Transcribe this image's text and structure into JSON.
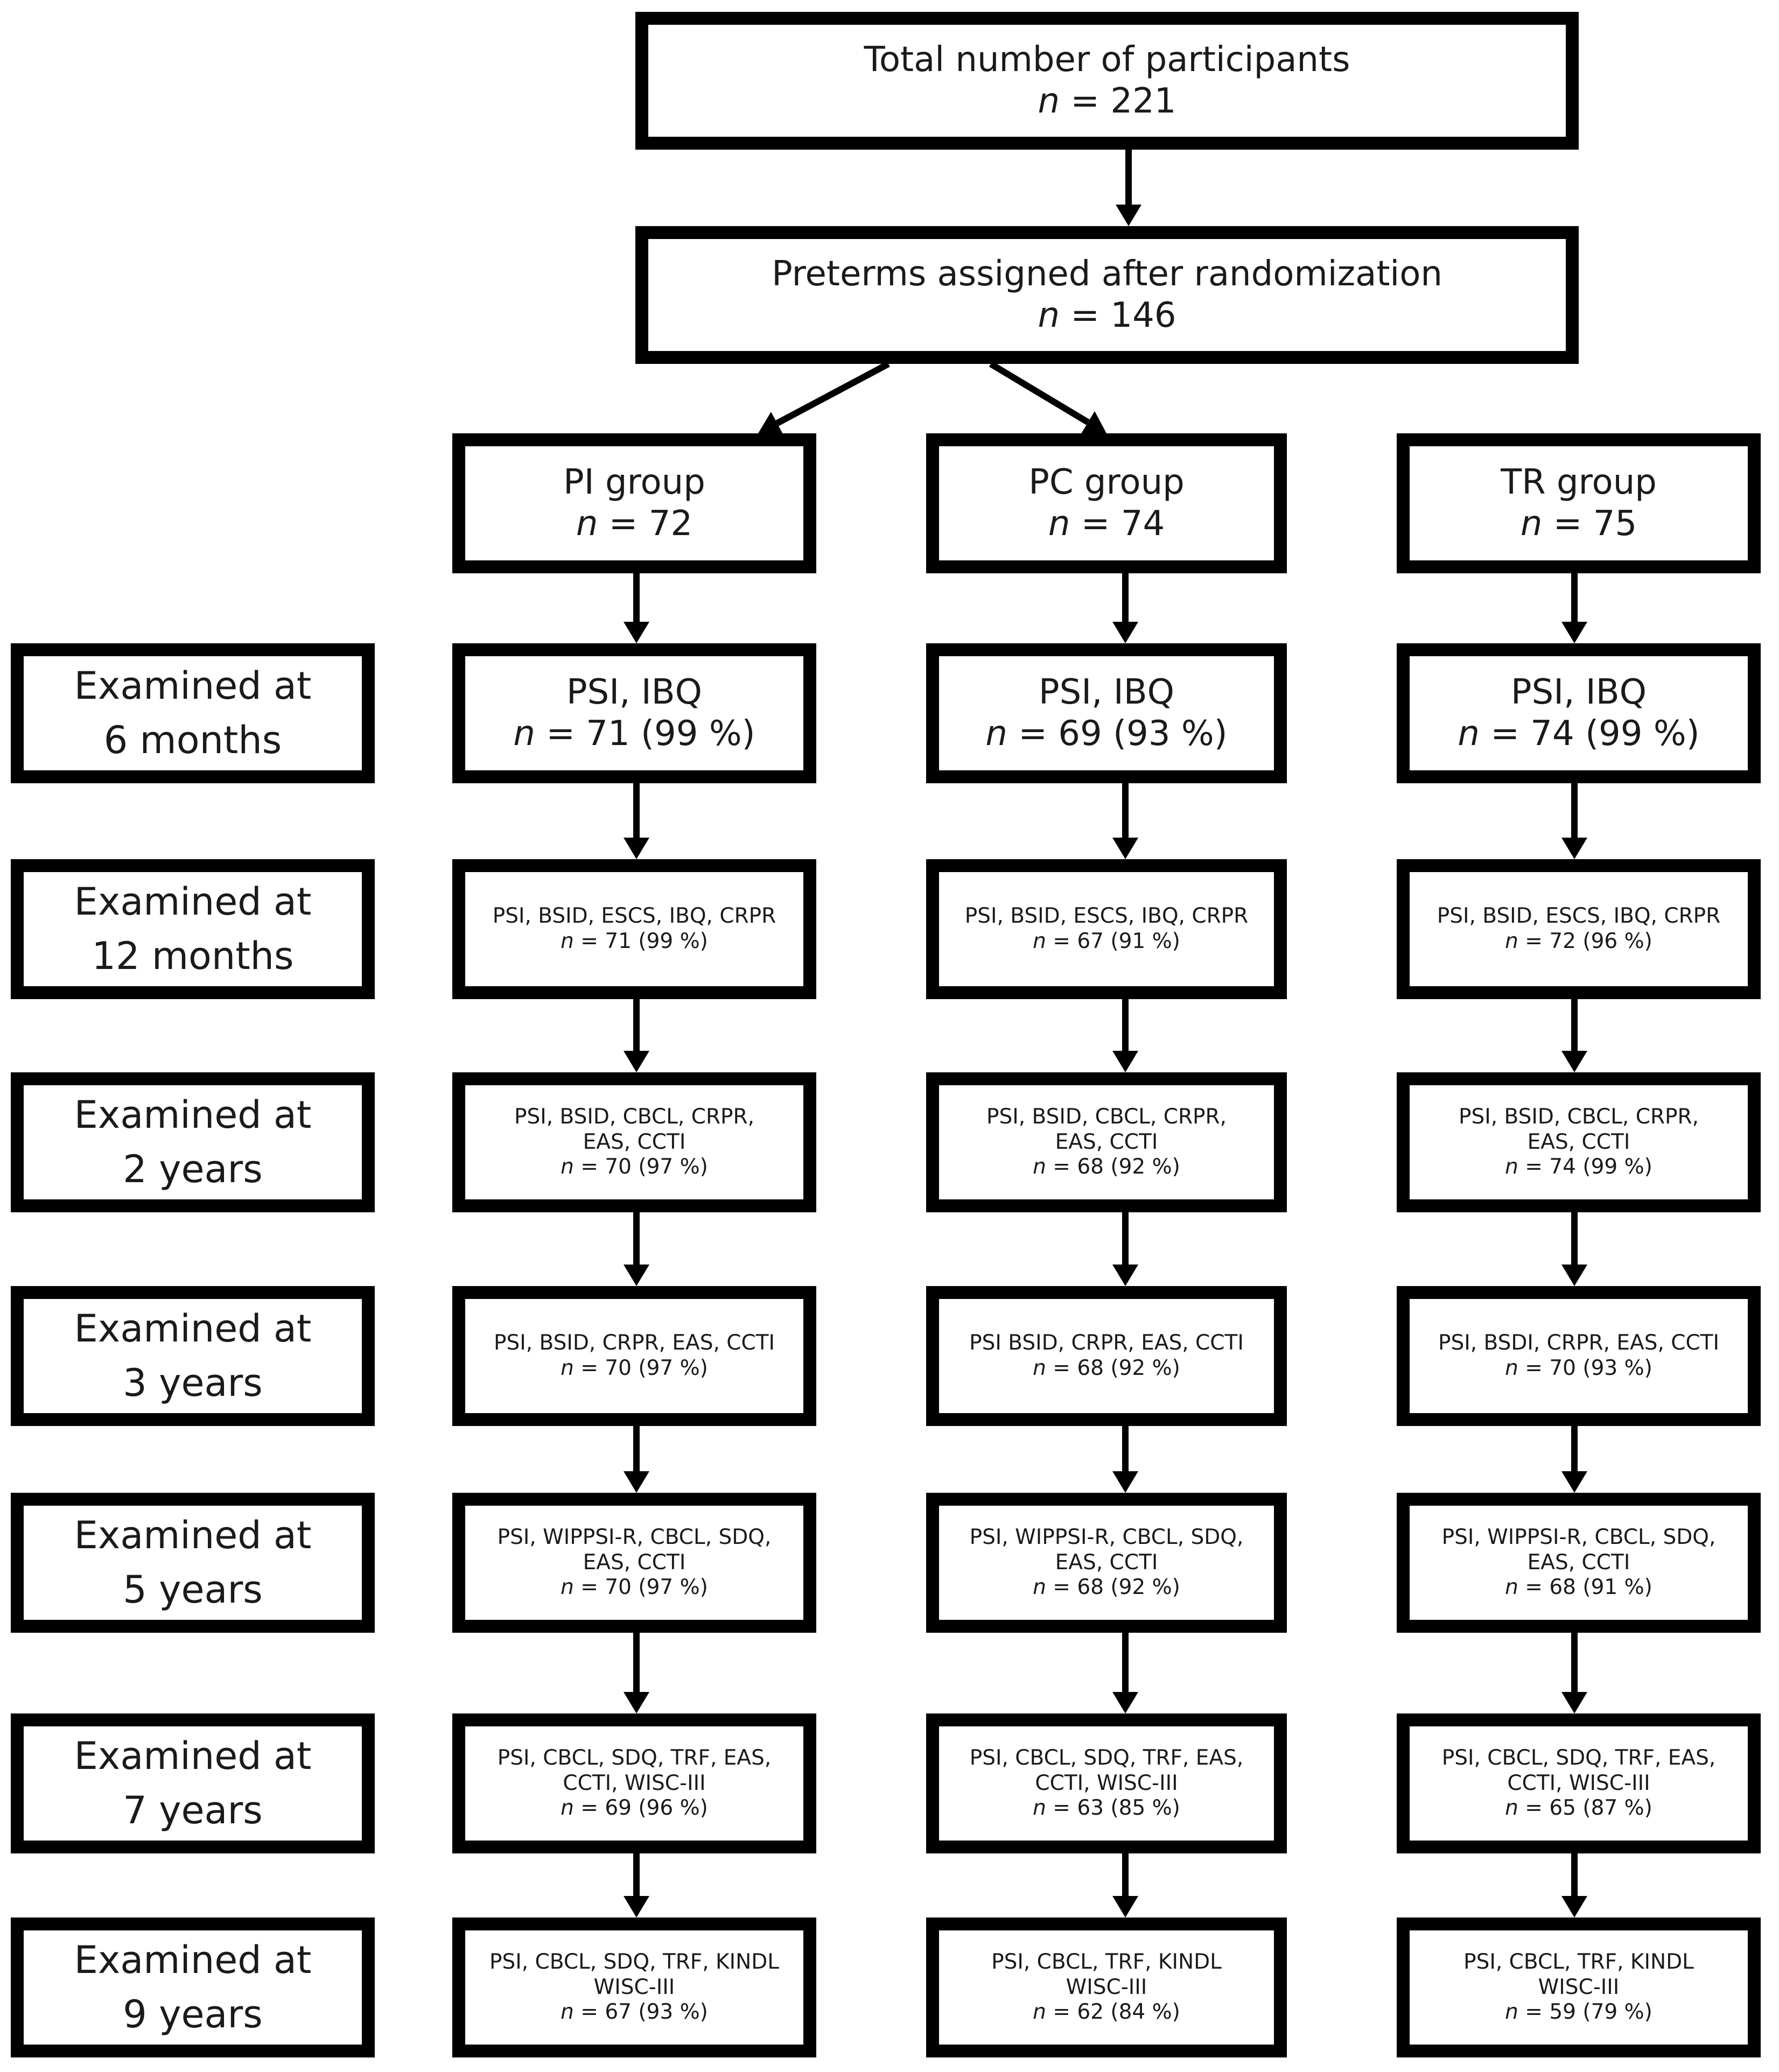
{
  "top": {
    "title": "Total number of participants",
    "n_label": "n",
    "n_value": "= 221"
  },
  "randomized": {
    "title": "Preterms assigned after randomization",
    "n_label": "n",
    "n_value": "= 146"
  },
  "groups": [
    {
      "title": "PI group",
      "n_label": "n",
      "n_value": "= 72"
    },
    {
      "title": "PC group",
      "n_label": "n",
      "n_value": "= 74"
    },
    {
      "title": "TR group",
      "n_label": "n",
      "n_value": "= 75"
    }
  ],
  "ages": [
    {
      "line1": "Examined at",
      "line2": "6 months"
    },
    {
      "line1": "Examined at",
      "line2": "12 months"
    },
    {
      "line1": "Examined at",
      "line2": "2 years"
    },
    {
      "line1": "Examined at",
      "line2": "3 years"
    },
    {
      "line1": "Examined at",
      "line2": "5 years"
    },
    {
      "line1": "Examined at",
      "line2": "7 years"
    },
    {
      "line1": "Examined at",
      "line2": "9 years"
    }
  ],
  "stages": [
    [
      {
        "lines": [
          "PSI, IBQ"
        ],
        "n_label": "n",
        "n_value": "= 71 (99 %)"
      },
      {
        "lines": [
          "PSI, IBQ"
        ],
        "n_label": "n",
        "n_value": "= 69 (93 %)"
      },
      {
        "lines": [
          "PSI, IBQ"
        ],
        "n_label": "n",
        "n_value": "= 74 (99 %)"
      }
    ],
    [
      {
        "lines": [
          "PSI, BSID, ESCS, IBQ, CRPR"
        ],
        "n_label": "n",
        "n_value": "= 71 (99 %)"
      },
      {
        "lines": [
          "PSI, BSID, ESCS, IBQ, CRPR"
        ],
        "n_label": "n",
        "n_value": "= 67 (91 %)"
      },
      {
        "lines": [
          "PSI, BSID, ESCS, IBQ, CRPR"
        ],
        "n_label": "n",
        "n_value": "= 72 (96 %)"
      }
    ],
    [
      {
        "lines": [
          "PSI, BSID, CBCL, CRPR,",
          "EAS, CCTI"
        ],
        "n_label": "n",
        "n_value": "= 70 (97 %)"
      },
      {
        "lines": [
          "PSI, BSID, CBCL, CRPR,",
          "EAS, CCTI"
        ],
        "n_label": "n",
        "n_value": "= 68 (92 %)"
      },
      {
        "lines": [
          "PSI, BSID, CBCL, CRPR,",
          "EAS, CCTI"
        ],
        "n_label": "n",
        "n_value": "= 74 (99 %)"
      }
    ],
    [
      {
        "lines": [
          "PSI, BSID, CRPR, EAS, CCTI"
        ],
        "n_label": "n",
        "n_value": "= 70 (97 %)"
      },
      {
        "lines": [
          "PSI BSID, CRPR, EAS, CCTI"
        ],
        "n_label": "n",
        "n_value": "= 68 (92 %)"
      },
      {
        "lines": [
          "PSI, BSDI, CRPR, EAS, CCTI"
        ],
        "n_label": "n",
        "n_value": "= 70 (93 %)"
      }
    ],
    [
      {
        "lines": [
          "PSI, WIPPSI-R, CBCL, SDQ,",
          "EAS, CCTI"
        ],
        "n_label": "n",
        "n_value": "= 70 (97 %)"
      },
      {
        "lines": [
          "PSI, WIPPSI-R, CBCL, SDQ,",
          "EAS, CCTI"
        ],
        "n_label": "n",
        "n_value": "= 68 (92 %)"
      },
      {
        "lines": [
          "PSI, WIPPSI-R, CBCL, SDQ,",
          "EAS, CCTI"
        ],
        "n_label": "n",
        "n_value": "= 68 (91 %)"
      }
    ],
    [
      {
        "lines": [
          "PSI, CBCL, SDQ, TRF, EAS,",
          "CCTI, WISC-III"
        ],
        "n_label": "n",
        "n_value": "= 69 (96 %)"
      },
      {
        "lines": [
          "PSI, CBCL, SDQ, TRF, EAS,",
          "CCTI, WISC-III"
        ],
        "n_label": "n",
        "n_value": "= 63 (85 %)"
      },
      {
        "lines": [
          "PSI, CBCL, SDQ, TRF, EAS,",
          "CCTI, WISC-III"
        ],
        "n_label": "n",
        "n_value": "= 65 (87 %)"
      }
    ],
    [
      {
        "lines": [
          "PSI, CBCL, SDQ, TRF, KINDL",
          "WISC-III"
        ],
        "n_label": "n",
        "n_value": "= 67 (93 %)"
      },
      {
        "lines": [
          "PSI, CBCL, TRF, KINDL",
          "WISC-III"
        ],
        "n_label": "n",
        "n_value": "= 62 (84 %)"
      },
      {
        "lines": [
          "PSI, CBCL, TRF, KINDL",
          "WISC-III"
        ],
        "n_label": "n",
        "n_value": "= 59 (79 %)"
      }
    ]
  ]
}
